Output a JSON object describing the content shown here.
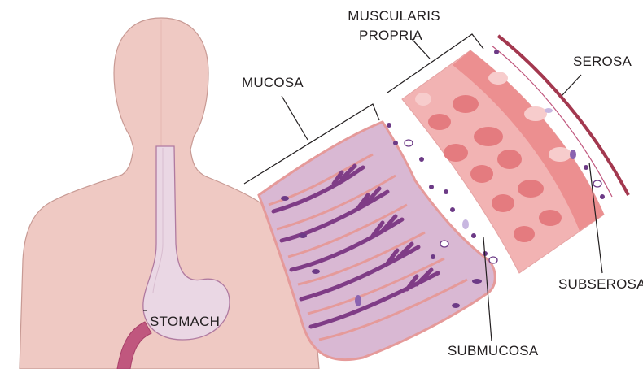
{
  "labels": {
    "muscularis_line1": "MUSCULARIS",
    "muscularis_line2": "PROPRIA",
    "serosa": "SEROSA",
    "mucosa": "MUCOSA",
    "subserosa": "SUBSEROSA",
    "submucosa": "SUBMUCOSA",
    "stomach": "STOMACH"
  },
  "colors": {
    "body_fill": "#efc9c3",
    "body_outline": "#c89a94",
    "stomach_fill": "#ead7e4",
    "stomach_outline": "#b07aa0",
    "duodenum": "#c0577e",
    "mucosa_fill": "#d9b8d3",
    "mucosa_edge": "#e59a9a",
    "gland": "#7f3c86",
    "muscle_light": "#f2b3b3",
    "muscle_mid": "#ec8f90",
    "muscle_dark": "#e47b7f",
    "serosa": "#a3384f",
    "cell_light": "#c8b7e0",
    "cell_dark": "#6c3a86",
    "leader": "#231f20"
  }
}
